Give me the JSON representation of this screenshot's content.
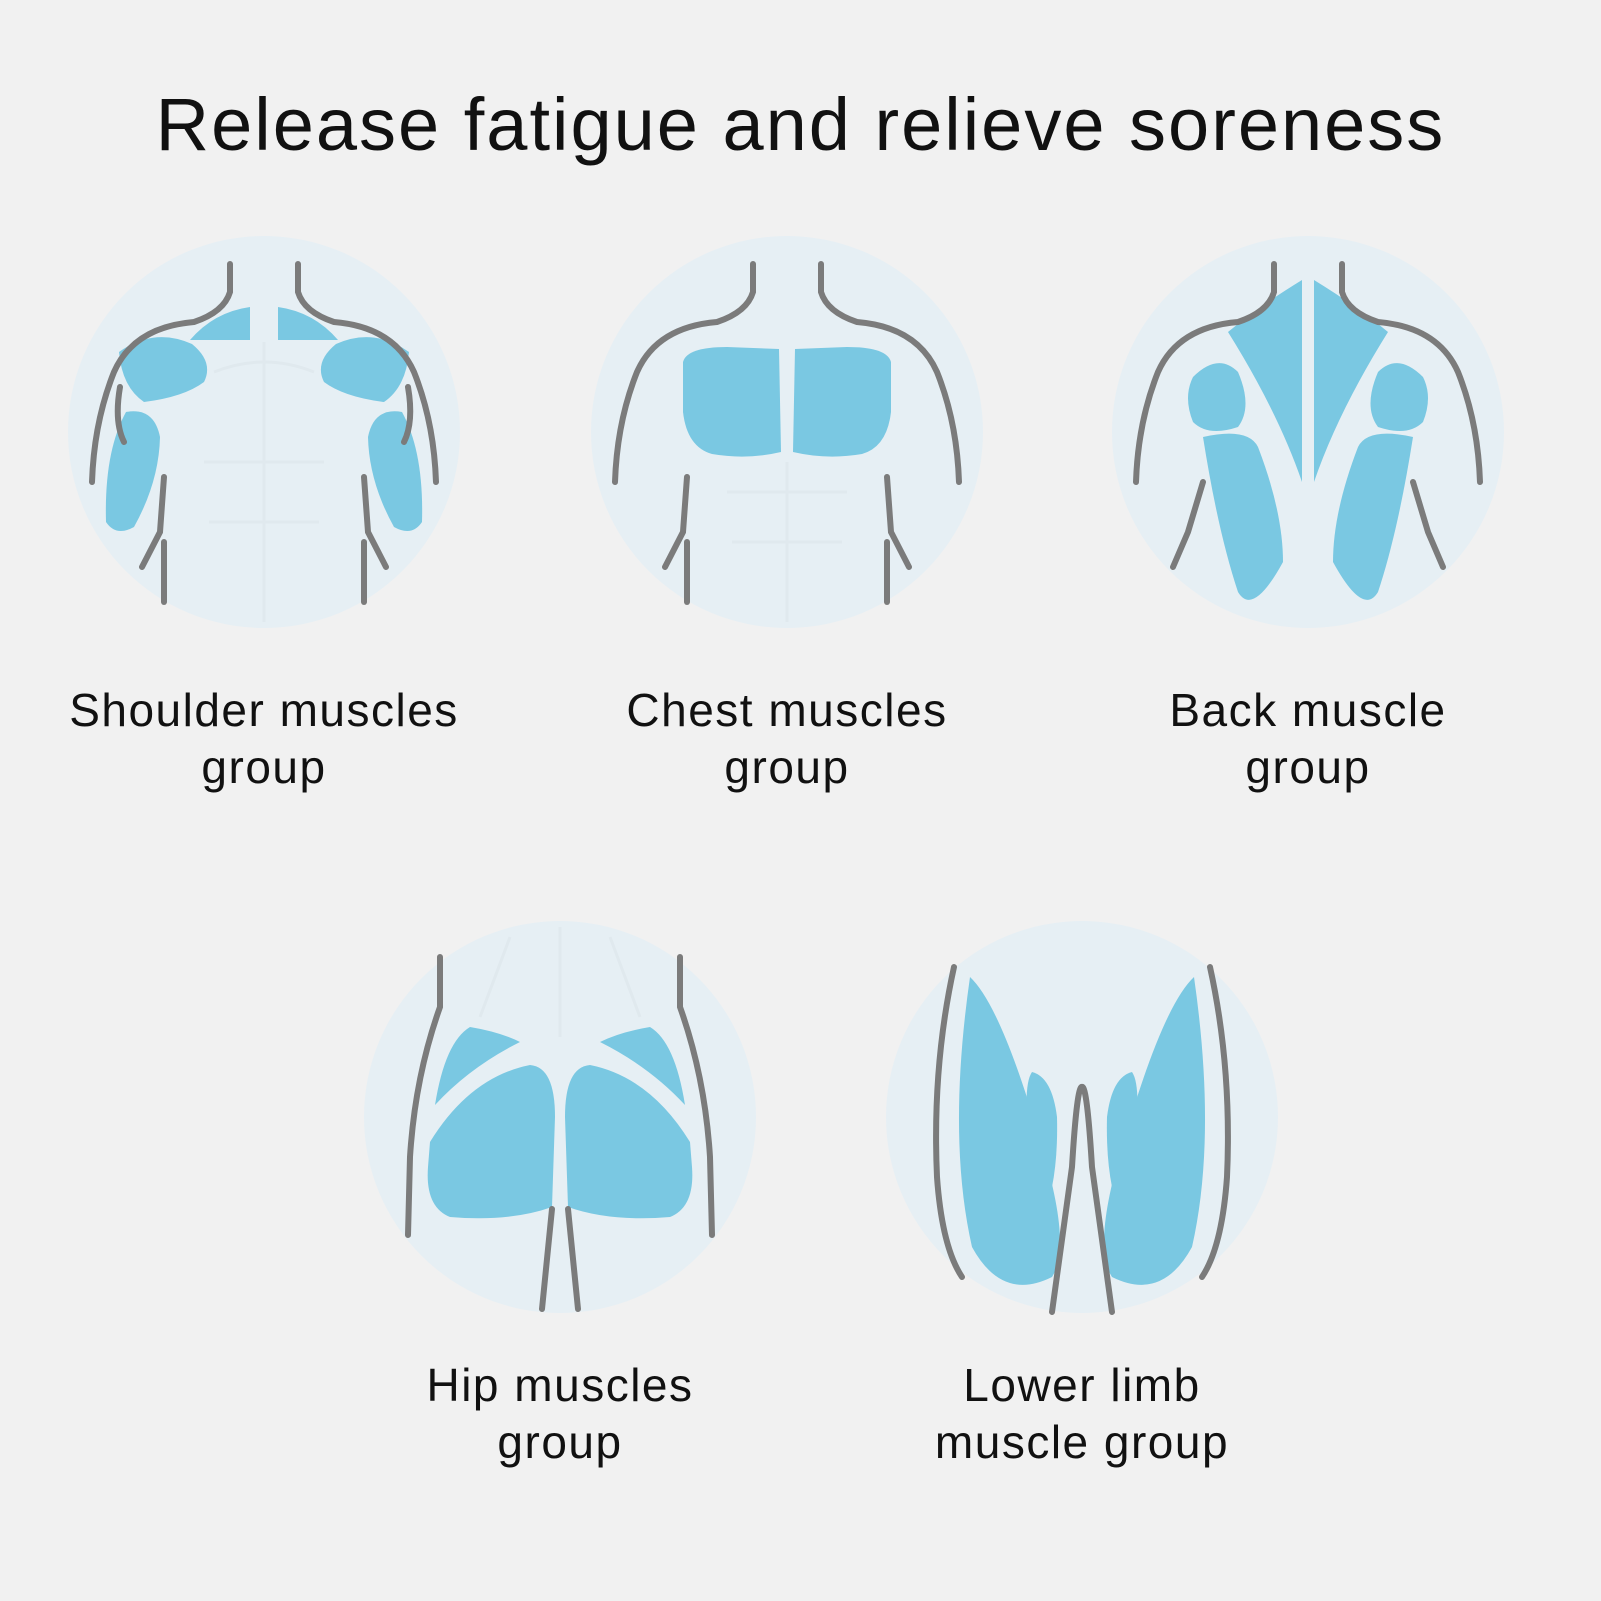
{
  "title": "Release fatigue and relieve soreness",
  "colors": {
    "background": "#f1f1f1",
    "circle": "#e6eff4",
    "muscle": "#7ac8e2",
    "outline": "#7b7b7b"
  },
  "items": [
    {
      "icon": "shoulder-muscles-icon",
      "caption_line1": "Shoulder muscles",
      "caption_line2": "group"
    },
    {
      "icon": "chest-muscles-icon",
      "caption_line1": "Chest muscles",
      "caption_line2": "group"
    },
    {
      "icon": "back-muscles-icon",
      "caption_line1": "Back muscle",
      "caption_line2": "group"
    },
    {
      "icon": "hip-muscles-icon",
      "caption_line1": "Hip muscles",
      "caption_line2": "group"
    },
    {
      "icon": "lower-limb-muscles-icon",
      "caption_line1": "Lower limb",
      "caption_line2": "muscle group"
    }
  ]
}
